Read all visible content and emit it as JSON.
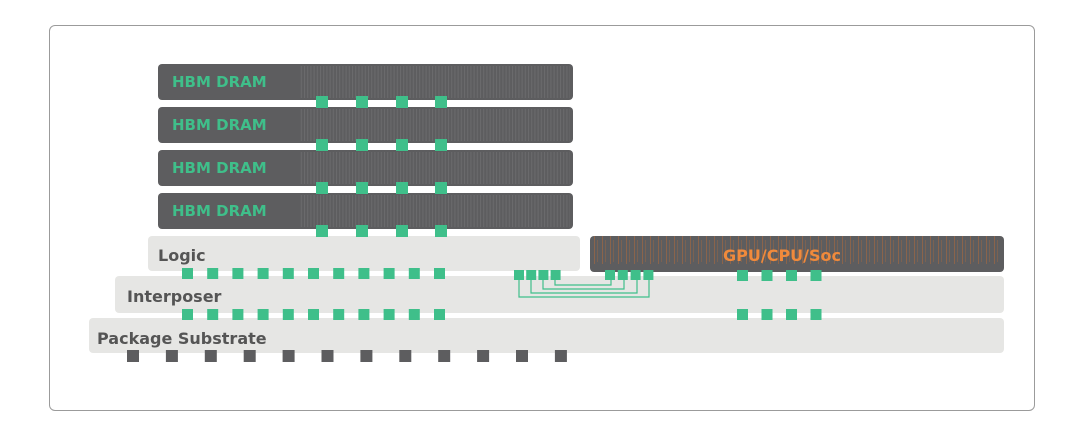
{
  "colors": {
    "dram_fill": "#5d5d5f",
    "dram_label": "#3fbf8a",
    "bump": "#3fbf8a",
    "light_layer": "#e6e6e4",
    "dark_label": "#555555",
    "gpu_fill": "#5d5d5f",
    "gpu_label": "#f08a3c",
    "package_ball": "#5d5d5f",
    "frame": "#9b9b9b"
  },
  "dram_stack": [
    {
      "label": "HBM DRAM"
    },
    {
      "label": "HBM DRAM"
    },
    {
      "label": "HBM DRAM"
    },
    {
      "label": "HBM DRAM"
    }
  ],
  "logic": {
    "label": "Logic"
  },
  "processor": {
    "label": "GPU/CPU/Soc"
  },
  "interposer": {
    "label": "Interposer"
  },
  "substrate": {
    "label": "Package Substrate"
  }
}
